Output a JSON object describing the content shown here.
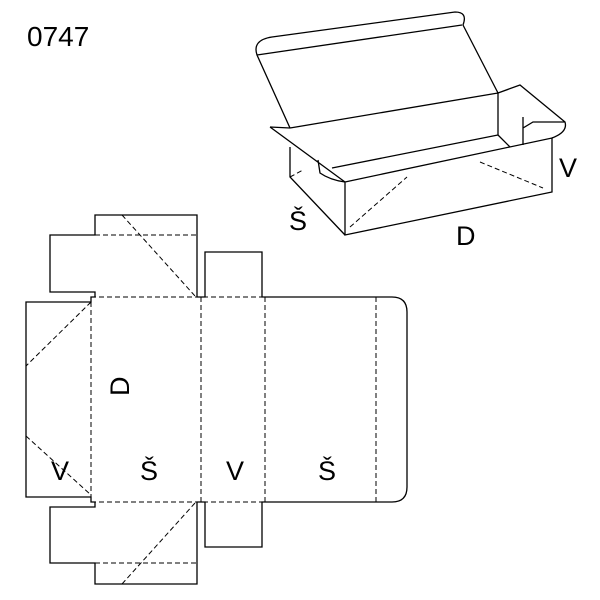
{
  "code": "0747",
  "box_view": {
    "width_label": "Š",
    "length_label": "D",
    "height_label": "V"
  },
  "net": {
    "length_label": "D",
    "panel_labels": [
      "V",
      "Š",
      "V",
      "Š"
    ]
  }
}
